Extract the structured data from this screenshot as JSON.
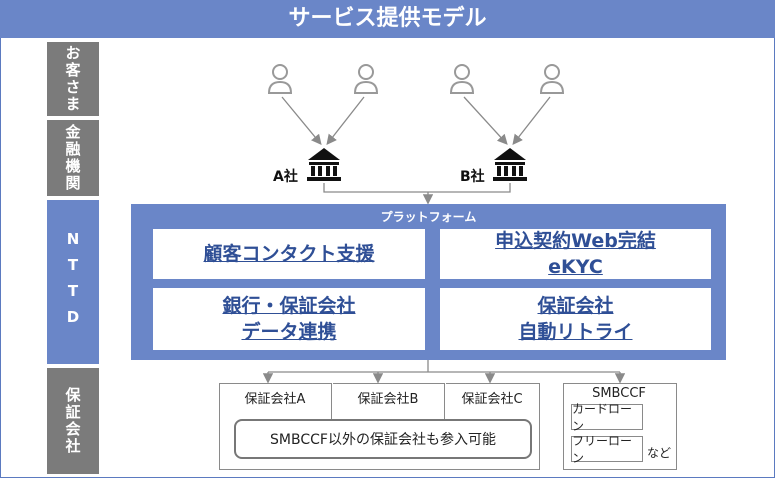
{
  "title": "サービス提供モデル",
  "rows": {
    "customers": "お客さま",
    "financial": "金融機関",
    "nttd": "NTTD",
    "guarantor": "保証会社"
  },
  "banks": {
    "a": "A社",
    "b": "B社"
  },
  "platform": {
    "label": "プラットフォーム",
    "services": [
      "顧客コンタクト支援",
      "申込契約Web完結\neKYC",
      "銀行・保証会社\nデータ連携",
      "保証会社\n自動リトライ"
    ]
  },
  "guarantors": [
    "保証会社A",
    "保証会社B",
    "保証会社C"
  ],
  "other_note": "SMBCCF以外の保証会社も参入可能",
  "smbccf": {
    "name": "SMBCCF",
    "loans": [
      "カードローン",
      "フリーローン"
    ],
    "etc": "など"
  },
  "colors": {
    "accent": "#6a86c8",
    "label_gray": "#7b7b7b",
    "text_blue": "#2f4f96"
  },
  "icons": [
    "person-icon",
    "bank-icon",
    "arrow-icon"
  ]
}
